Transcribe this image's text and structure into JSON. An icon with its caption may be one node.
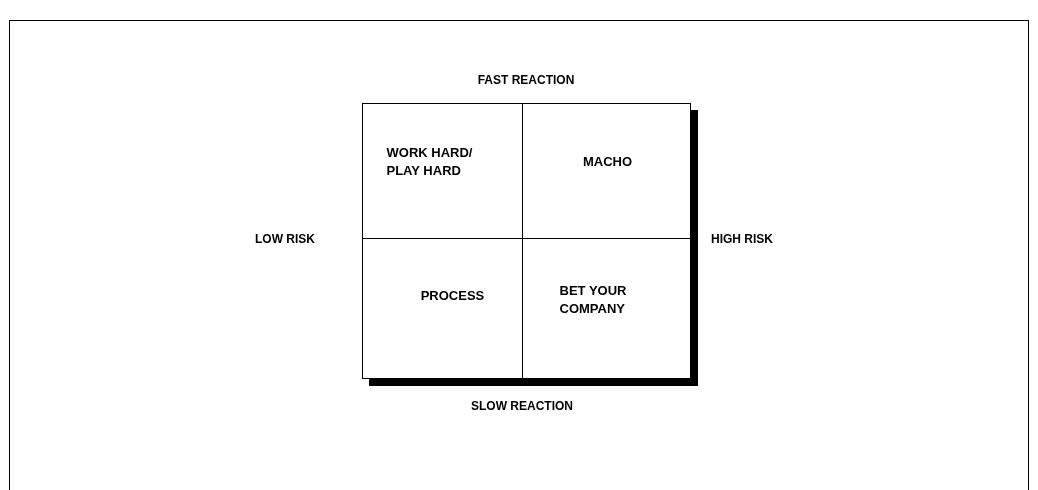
{
  "diagram": {
    "nodes": [
      {
        "text": [],
        "shape": "box"
      },
      {
        "text": [
          "WORK HARD/ PLAY HARD"
        ],
        "in": 0
      },
      {
        "text": [
          "MACHO"
        ],
        "in": 0
      },
      {
        "text": [
          "PROCESS"
        ],
        "in": 0
      },
      {
        "text": [
          "BET YOUR COMPANY"
        ],
        "in": 0
      }
    ],
    "labels": [
      "FAST REACTION",
      "LOW RISK",
      "HIGH RISK",
      "SLOW REACTION"
    ]
  }
}
